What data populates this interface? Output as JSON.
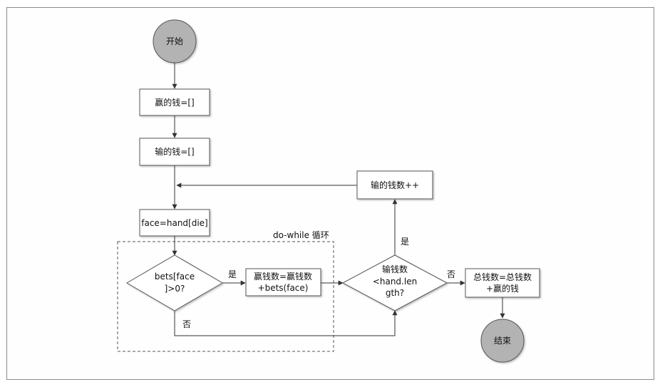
{
  "diagram": {
    "nodes": {
      "start": {
        "label": "开始"
      },
      "win_init": {
        "label": "赢的钱=[]"
      },
      "lose_init": {
        "label": "输的钱=[]"
      },
      "face": {
        "label": "face=hand[die]"
      },
      "bets_check": {
        "lines": [
          "bets[face",
          "]>0?"
        ]
      },
      "win_add": {
        "lines": [
          "赢钱数=赢钱数",
          "+bets(face)"
        ]
      },
      "lose_check": {
        "lines": [
          "输钱数",
          "<hand.len",
          "gth?"
        ]
      },
      "lose_inc": {
        "label": "输的钱数++"
      },
      "total": {
        "lines": [
          "总钱数=总钱数",
          "+赢的钱"
        ]
      },
      "end": {
        "label": "结束"
      }
    },
    "loop_label": "do-while 循环",
    "edge_labels": {
      "bets_yes": "是",
      "bets_no": "否",
      "lose_yes": "是",
      "lose_no": "否"
    }
  },
  "colors": {
    "terminal_fill": "#b3b3b3",
    "box_stroke": "#555555",
    "line": "#333333"
  }
}
